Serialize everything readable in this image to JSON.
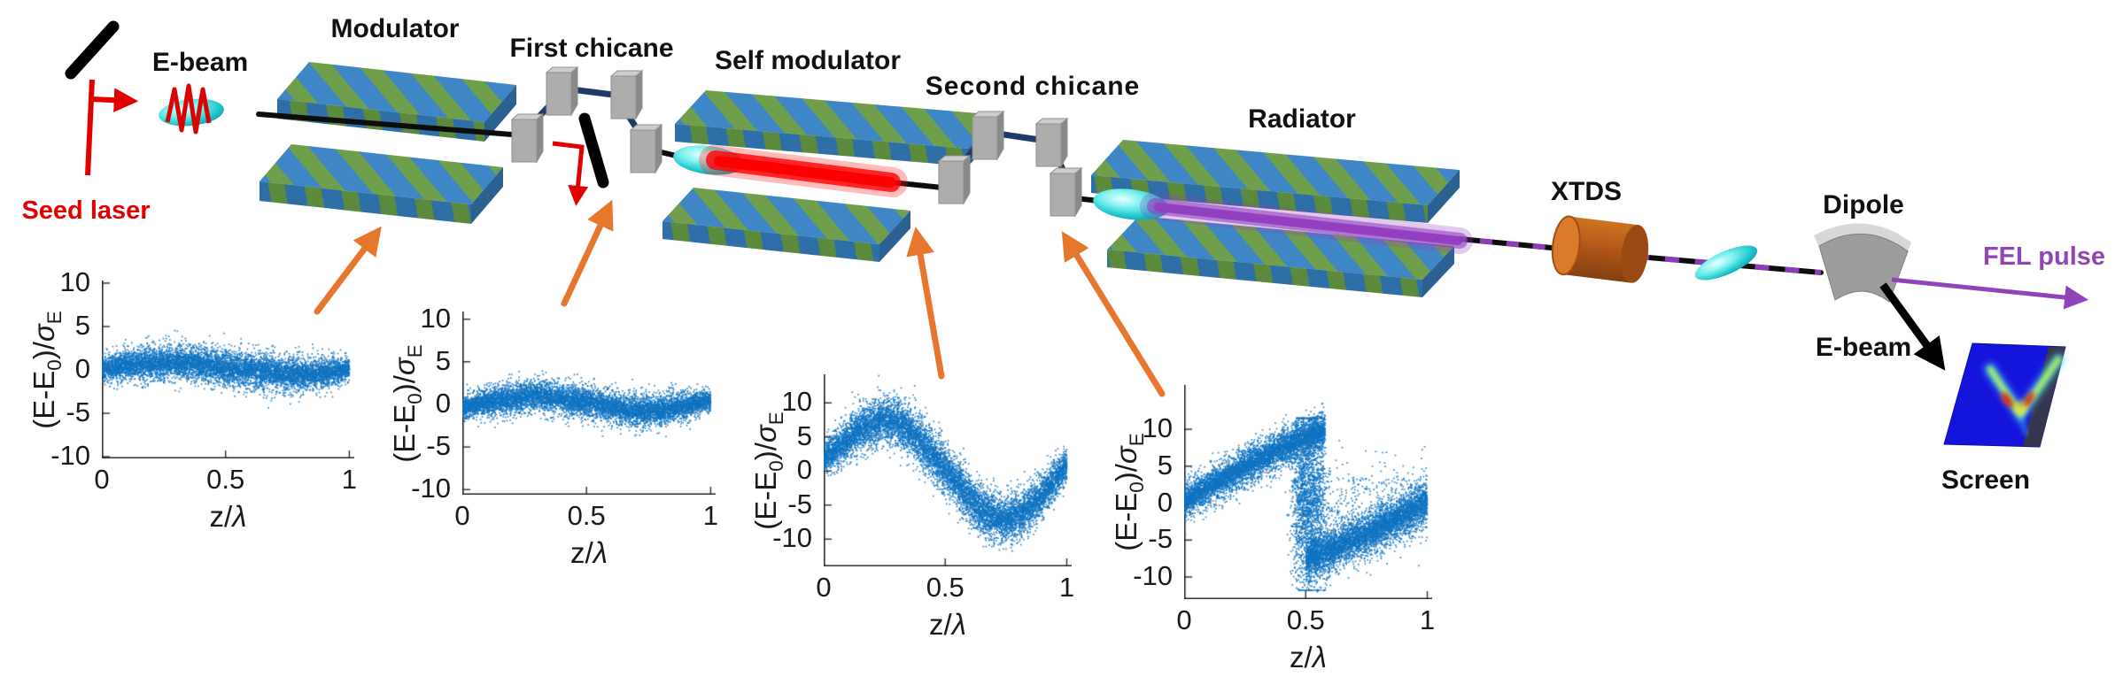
{
  "diagram": {
    "labels": {
      "seed_laser": "Seed laser",
      "e_beam_in": "E-beam",
      "modulator": "Modulator",
      "first_chicane": "First chicane",
      "self_modulator": "Self modulator",
      "second_chicane": "Second chicane",
      "radiator": "Radiator",
      "xtds": "XTDS",
      "dipole": "Dipole",
      "fel_pulse": "FEL pulse",
      "e_beam_out": "E-beam",
      "screen": "Screen"
    },
    "colors": {
      "seed_laser_red": "#E00000",
      "orange_arrow": "#E8772E",
      "fel_purple": "#9044B8",
      "beam_purple": "#9240C0",
      "bunch_cyan": "#2BD4D8",
      "undulator_blue": "#3E86C6",
      "undulator_green": "#6F9F4A",
      "xtds_orange": "#B5571A",
      "dipole_gray": "#9C9C9C",
      "scatter_blue": "#0F73C2",
      "screen_blue": "#1414DC"
    }
  },
  "chart_data": [
    {
      "type": "scatter",
      "xlabel": "z/λ",
      "ylabel": "(E-E0)/σE",
      "xlim": [
        0,
        1.02
      ],
      "ylim": [
        -10.2,
        10.3
      ],
      "xticks": [
        0,
        0.5,
        1
      ],
      "xtick_labels": [
        "0",
        "0.5",
        "1"
      ],
      "yticks": [
        -10,
        -5,
        0,
        5,
        10
      ],
      "ytick_labels": [
        "-10",
        "-5",
        "0",
        "5",
        "10"
      ],
      "marker_color": "#0F73C2",
      "legend": null,
      "grid": false,
      "bands": [
        {
          "n": 5200,
          "sigma": 1.15,
          "taper": true,
          "pts": [
            [
              0,
              0.15
            ],
            [
              0.1,
              0.55
            ],
            [
              0.22,
              0.8
            ],
            [
              0.32,
              0.85
            ],
            [
              0.45,
              0.5
            ],
            [
              0.6,
              -0.05
            ],
            [
              0.72,
              -0.4
            ],
            [
              0.82,
              -0.55
            ],
            [
              0.92,
              -0.3
            ],
            [
              1,
              0.1
            ]
          ]
        },
        {
          "n": 2600,
          "sigma": 0.65,
          "taper": true,
          "pts": [
            [
              0,
              0.15
            ],
            [
              0.1,
              0.55
            ],
            [
              0.22,
              0.8
            ],
            [
              0.32,
              0.85
            ],
            [
              0.45,
              0.5
            ],
            [
              0.6,
              -0.05
            ],
            [
              0.72,
              -0.4
            ],
            [
              0.82,
              -0.55
            ],
            [
              0.92,
              -0.3
            ],
            [
              1,
              0.1
            ]
          ]
        }
      ]
    },
    {
      "type": "scatter",
      "xlabel": "z/λ",
      "ylabel": "(E-E0)/σE",
      "xlim": [
        0,
        1.02
      ],
      "ylim": [
        -10.6,
        10.9
      ],
      "xticks": [
        0,
        0.5,
        1
      ],
      "xtick_labels": [
        "0",
        "0.5",
        "1"
      ],
      "yticks": [
        -10,
        -5,
        0,
        5,
        10
      ],
      "ytick_labels": [
        "-10",
        "-5",
        "0",
        "5",
        "10"
      ],
      "marker_color": "#0F73C2",
      "legend": null,
      "grid": false,
      "bands": [
        {
          "n": 5200,
          "sigma": 1.05,
          "taper": true,
          "pts": [
            [
              0,
              -0.5
            ],
            [
              0.08,
              0.1
            ],
            [
              0.2,
              0.7
            ],
            [
              0.3,
              1.0
            ],
            [
              0.42,
              0.65
            ],
            [
              0.55,
              0.05
            ],
            [
              0.68,
              -0.75
            ],
            [
              0.8,
              -0.7
            ],
            [
              0.9,
              -0.1
            ],
            [
              1,
              0.45
            ]
          ]
        },
        {
          "n": 2600,
          "sigma": 0.6,
          "taper": true,
          "pts": [
            [
              0,
              -0.5
            ],
            [
              0.08,
              0.1
            ],
            [
              0.2,
              0.7
            ],
            [
              0.3,
              1.0
            ],
            [
              0.42,
              0.65
            ],
            [
              0.55,
              0.05
            ],
            [
              0.68,
              -0.75
            ],
            [
              0.8,
              -0.7
            ],
            [
              0.9,
              -0.1
            ],
            [
              1,
              0.45
            ]
          ]
        }
      ]
    },
    {
      "type": "scatter",
      "xlabel": "z/λ",
      "ylabel": "(E-E0)/σE",
      "xlim": [
        0,
        1.02
      ],
      "ylim": [
        -14,
        14.2
      ],
      "xticks": [
        0,
        0.5,
        1
      ],
      "xtick_labels": [
        "0",
        "0.5",
        "1"
      ],
      "yticks": [
        -10,
        -5,
        0,
        5,
        10
      ],
      "ytick_labels": [
        "-10",
        "-5",
        "0",
        "5",
        "10"
      ],
      "marker_color": "#0F73C2",
      "legend": null,
      "grid": false,
      "bands": [
        {
          "n": 6000,
          "sigma": 2.0,
          "taper": true,
          "pts": [
            [
              0,
              1.8
            ],
            [
              0.07,
              3.8
            ],
            [
              0.15,
              6.2
            ],
            [
              0.24,
              7.6
            ],
            [
              0.32,
              7.0
            ],
            [
              0.4,
              4.5
            ],
            [
              0.5,
              0.2
            ],
            [
              0.58,
              -3.2
            ],
            [
              0.66,
              -6.0
            ],
            [
              0.74,
              -7.4
            ],
            [
              0.82,
              -6.2
            ],
            [
              0.9,
              -3.6
            ],
            [
              1,
              0.8
            ]
          ]
        },
        {
          "n": 2800,
          "sigma": 1.1,
          "taper": true,
          "pts": [
            [
              0,
              1.8
            ],
            [
              0.07,
              3.8
            ],
            [
              0.15,
              6.2
            ],
            [
              0.24,
              7.6
            ],
            [
              0.32,
              7.0
            ],
            [
              0.4,
              4.5
            ],
            [
              0.5,
              0.2
            ],
            [
              0.58,
              -3.2
            ],
            [
              0.66,
              -6.0
            ],
            [
              0.74,
              -7.4
            ],
            [
              0.82,
              -6.2
            ],
            [
              0.9,
              -3.6
            ],
            [
              1,
              0.8
            ]
          ]
        }
      ]
    },
    {
      "type": "scatter",
      "xlabel": "z/λ",
      "ylabel": "(E-E0)/σE",
      "xlim": [
        0,
        1.02
      ],
      "ylim": [
        -13,
        16
      ],
      "xticks": [
        0,
        0.5,
        1
      ],
      "xtick_labels": [
        "0",
        "0.5",
        "1"
      ],
      "yticks": [
        -10,
        -5,
        0,
        5,
        10
      ],
      "ytick_labels": [
        "-10",
        "-5",
        "0",
        "5",
        "10"
      ],
      "marker_color": "#0F73C2",
      "legend": null,
      "grid": false,
      "bands": [
        {
          "n": 3800,
          "sigma": 1.35,
          "pts": [
            [
              0,
              0.2
            ],
            [
              0.08,
              1.8
            ],
            [
              0.16,
              3.3
            ],
            [
              0.25,
              5.0
            ],
            [
              0.33,
              6.3
            ],
            [
              0.4,
              7.4
            ],
            [
              0.47,
              8.6
            ],
            [
              0.53,
              9.4
            ],
            [
              0.58,
              9.9
            ]
          ]
        },
        {
          "n": 1800,
          "sigma": 0.6,
          "pts": [
            [
              0,
              0.2
            ],
            [
              0.08,
              1.8
            ],
            [
              0.16,
              3.3
            ],
            [
              0.25,
              5.0
            ],
            [
              0.33,
              6.3
            ],
            [
              0.4,
              7.4
            ],
            [
              0.47,
              8.6
            ],
            [
              0.53,
              9.4
            ],
            [
              0.58,
              9.9
            ]
          ]
        },
        {
          "n": 2000,
          "sigma": 6.0,
          "xsig": 0.018,
          "clip": [
            -11.8,
            11.5
          ],
          "pts": [
            [
              0.46,
              0.5
            ],
            [
              0.56,
              0.5
            ]
          ]
        },
        {
          "n": 3400,
          "sigma": 1.6,
          "pts": [
            [
              0.5,
              -7.6
            ],
            [
              0.58,
              -6.6
            ],
            [
              0.66,
              -5.5
            ],
            [
              0.74,
              -4.3
            ],
            [
              0.82,
              -3.0
            ],
            [
              0.9,
              -1.6
            ],
            [
              1,
              0.2
            ]
          ]
        },
        {
          "n": 1600,
          "sigma": 0.8,
          "pts": [
            [
              0.5,
              -7.6
            ],
            [
              0.58,
              -6.6
            ],
            [
              0.66,
              -5.5
            ],
            [
              0.74,
              -4.3
            ],
            [
              0.82,
              -3.0
            ],
            [
              0.9,
              -1.6
            ],
            [
              1,
              0.2
            ]
          ]
        },
        {
          "n": 420,
          "sigma": 3.2,
          "pts": [
            [
              0.55,
              -1
            ],
            [
              0.8,
              0
            ],
            [
              1,
              1
            ]
          ]
        }
      ]
    }
  ]
}
